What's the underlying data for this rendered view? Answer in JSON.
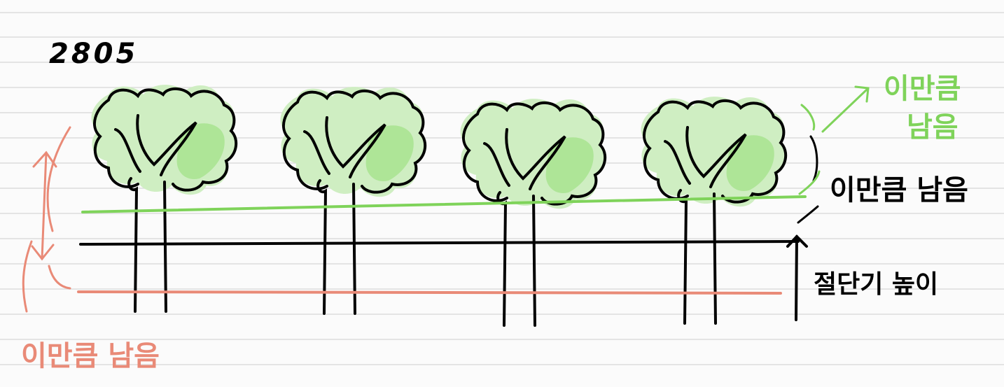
{
  "diagram": {
    "number_label": "2805",
    "green_note": [
      "이만큼",
      "남음"
    ],
    "black_note": "이만큼 남음",
    "cut_height_label": "절단기 높이",
    "red_note": "이만큼 남음"
  },
  "colors": {
    "paper": "#fbfbfb",
    "ruling": "#dcdcdc",
    "ink": "#000000",
    "green_line": "#7fd35a",
    "green_text": "#7fd35a",
    "foliage_light": "#cfeec2",
    "foliage_dark": "#a5e28c",
    "red": "#e98a77"
  },
  "trees": [
    {
      "name": "tree-1"
    },
    {
      "name": "tree-2"
    },
    {
      "name": "tree-3"
    },
    {
      "name": "tree-4"
    }
  ]
}
